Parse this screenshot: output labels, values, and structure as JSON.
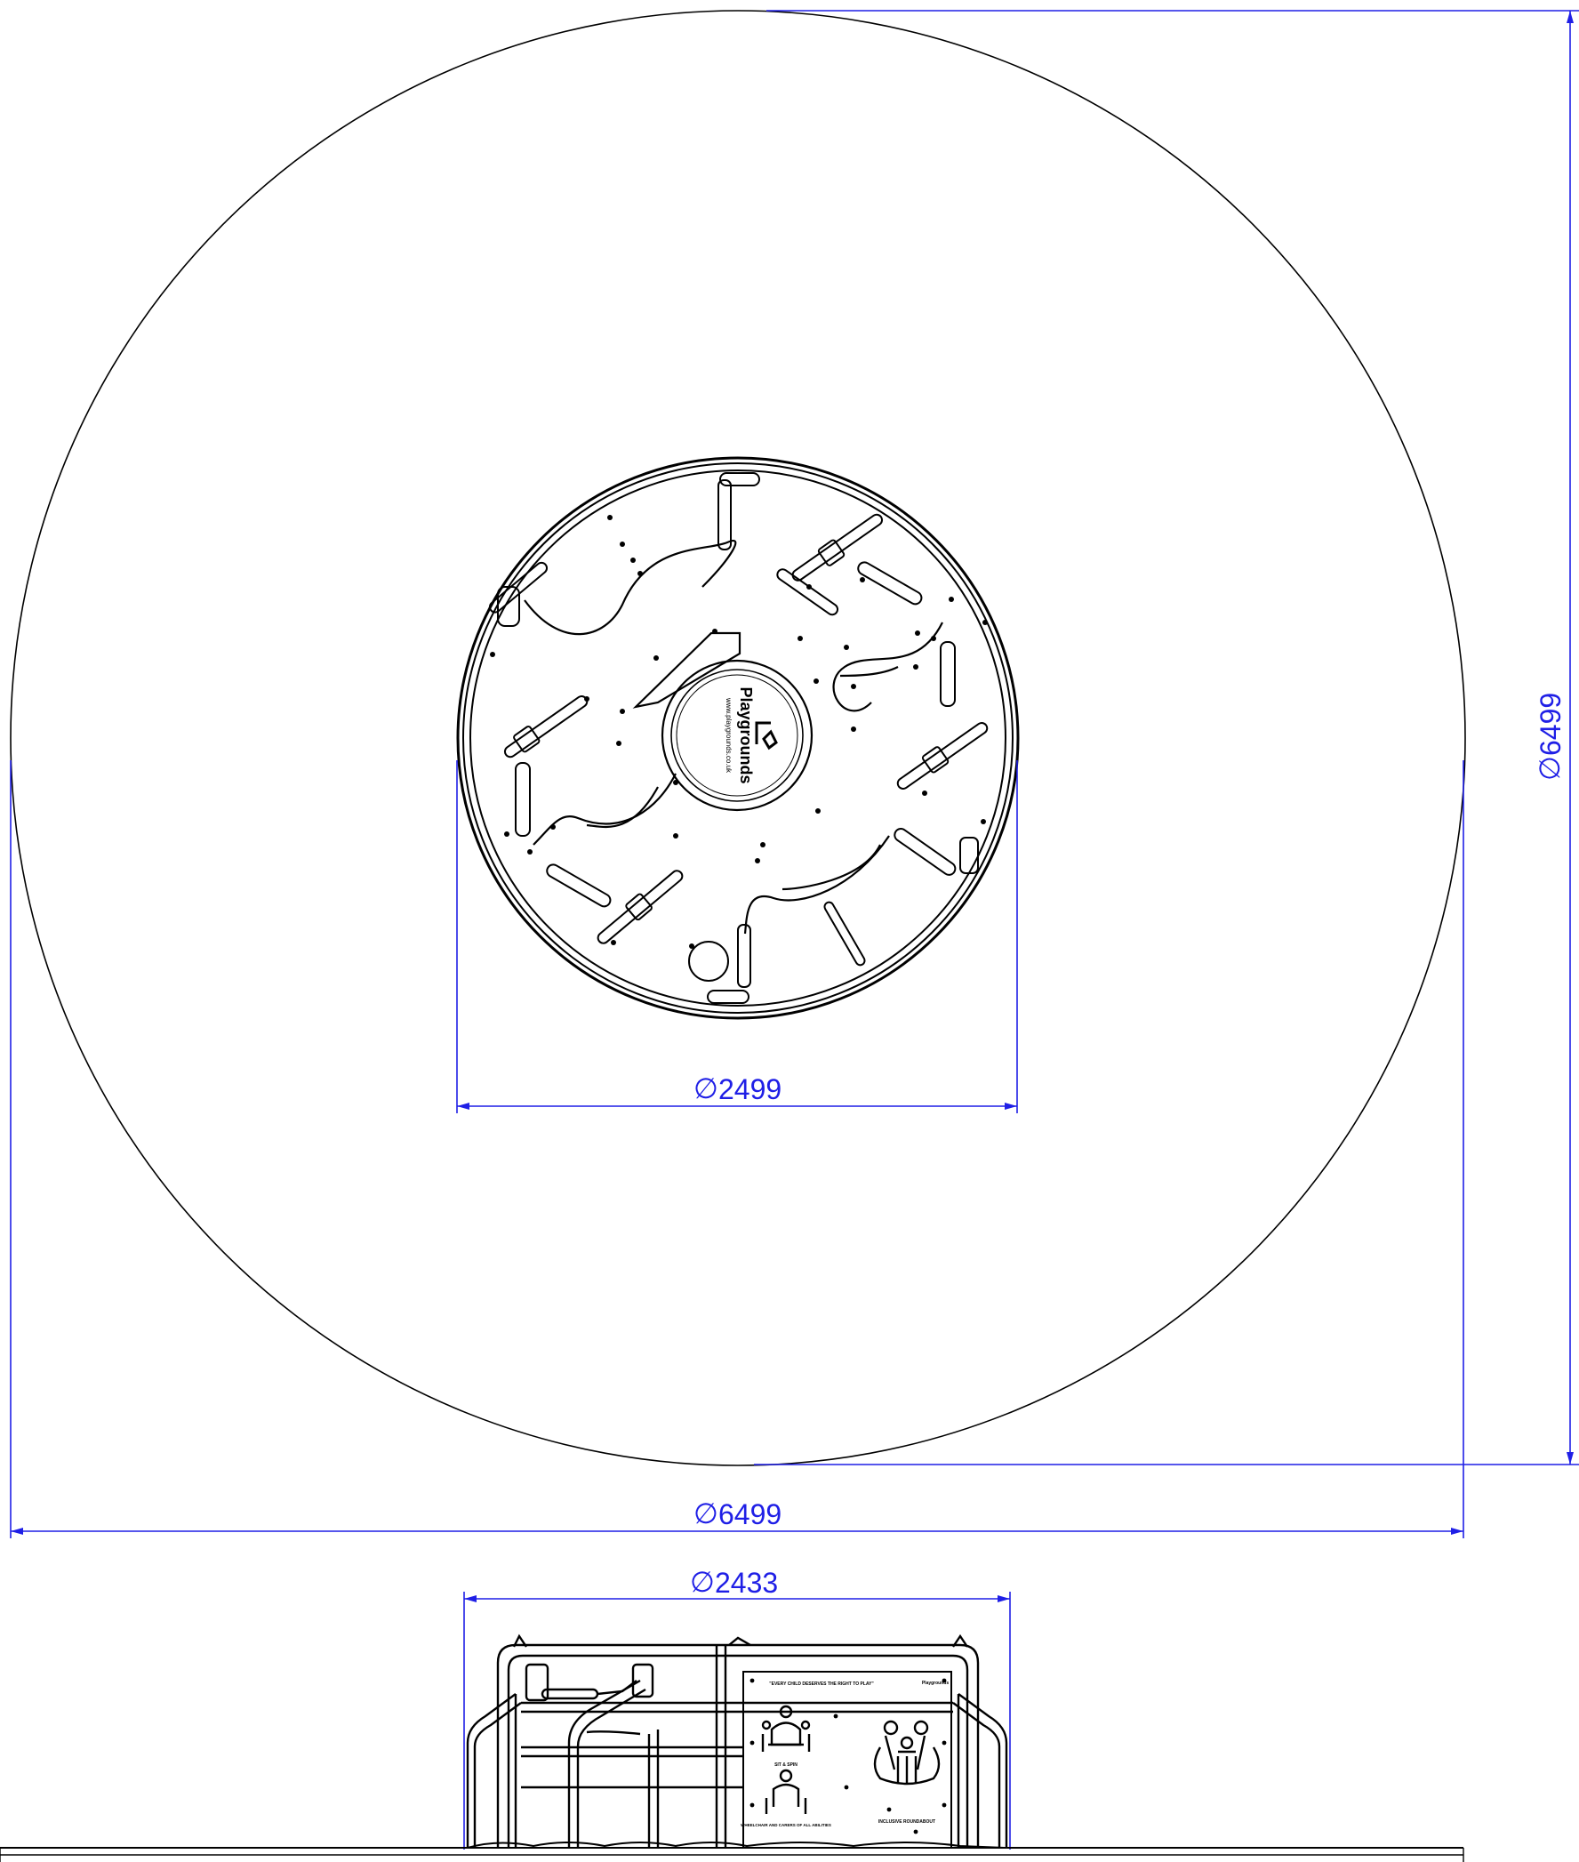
{
  "drawing": {
    "dimension_color": "#1f1fe6",
    "line_color": "#000000",
    "diameter_symbol": "∅",
    "dimensions": {
      "safety_zone_horizontal": "6499",
      "safety_zone_vertical": "6499",
      "platform_diameter": "2499",
      "elevation_width": "2433"
    },
    "logo": {
      "brand": "Playgrounds",
      "url": "www.playgrounds.co.uk"
    },
    "side_panel": {
      "slogan": "\"EVERY CHILD DESERVES THE RIGHT TO PLAY\"",
      "caption_sit": "SIT & SPIN",
      "caption_wheelchair": "WHEELCHAIR AND CARERS OF ALL ABILITIES",
      "caption_inclusive": "INCLUSIVE ROUNDABOUT"
    }
  }
}
